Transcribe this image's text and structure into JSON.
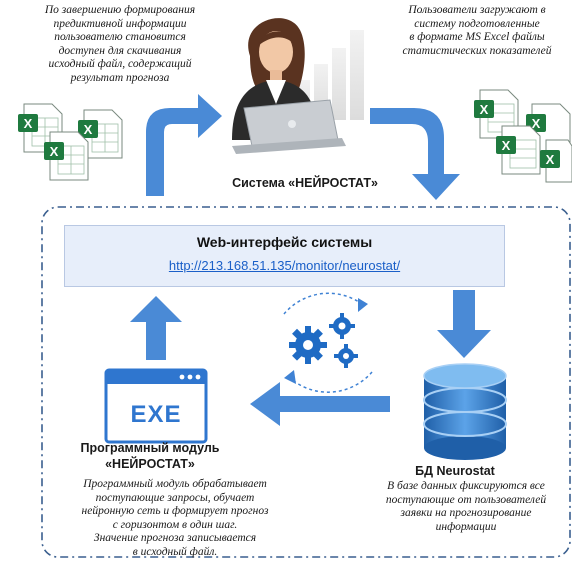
{
  "notes": {
    "top_left": "По завершению формирования\nпредиктивной информации\nпользователю становится\nдоступен для скачивания\nисходный файл, содержащий\nрезультат прогноза",
    "top_right": "Пользователи загружают в\nсистему подготовленные\nв формате MS Excel файлы\nстатистических показателей",
    "bottom_left": "Программный модуль обрабатывает\nпоступающие запросы, обучает\nнейронную сеть и формирует прогноз\nс горизонтом в один шаг.\nЗначение прогноза записывается\nв исходный файл.",
    "bottom_right": "В базе данных фиксируются все\nпоступающие от пользователей\nзаявки на прогнозирование\nинформации"
  },
  "system_caption": "Система «НЕЙРОСТАТ»",
  "web_interface": {
    "title": "Web-интерфейс системы",
    "url": "http://213.168.51.135/monitor/neurostat/"
  },
  "module": {
    "icon_label": "EXE",
    "caption": "Программный модуль\n«НЕЙРОСТАТ»"
  },
  "database": {
    "caption": "БД Neurostat"
  },
  "colors": {
    "arrow": "#4a8ad6",
    "accent": "#2e6fc0",
    "panel": "#e7eefa",
    "excel_green": "#1f7a3f"
  }
}
